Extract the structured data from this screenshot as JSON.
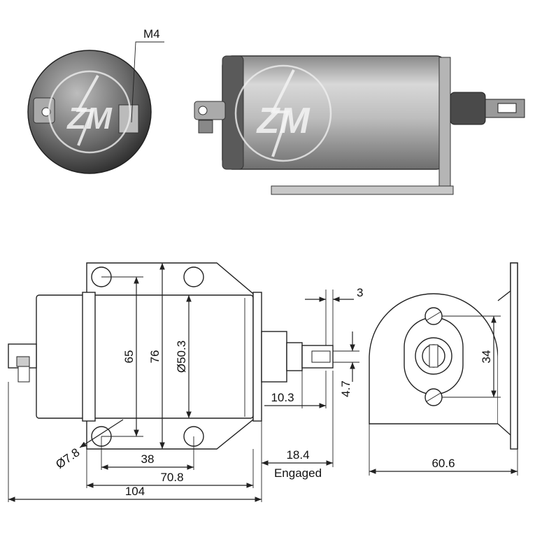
{
  "photo": {
    "callout": "M4",
    "logo_text": "ZM"
  },
  "dimensions": {
    "d65": "65",
    "d76": "76",
    "d50": "Ø50.3",
    "d78": "Ø7.8",
    "d38": "38",
    "d708": "70.8",
    "d104": "104",
    "d3": "3",
    "d103": "10.3",
    "d47": "4.7",
    "d184": "18.4",
    "engaged": "Engaged",
    "d34": "34",
    "d606": "60.6"
  },
  "colors": {
    "metal_light": "#cfcfcf",
    "metal_dark": "#3a3a3a",
    "line": "#222222"
  }
}
